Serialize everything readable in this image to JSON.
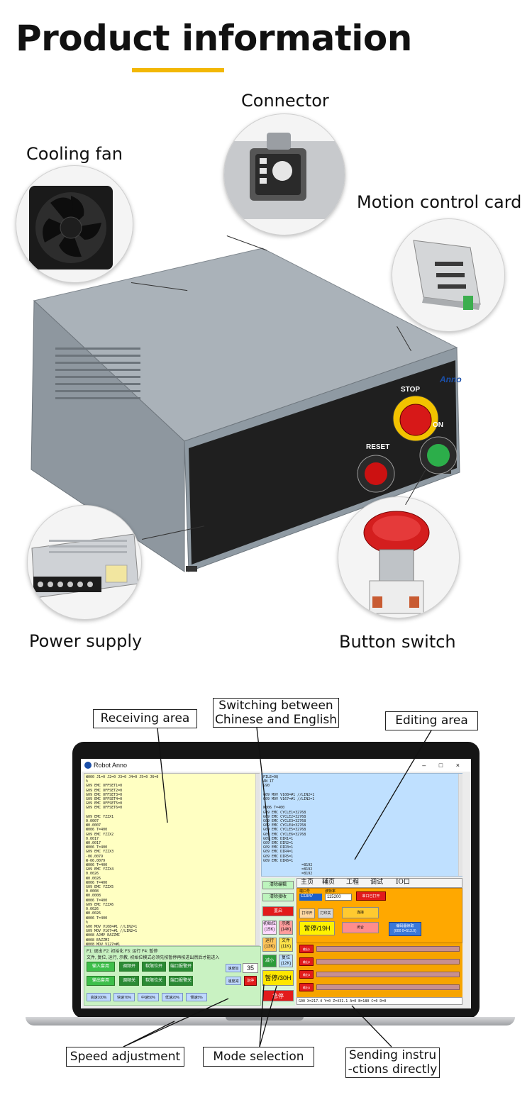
{
  "page": {
    "title": "Product information",
    "accent_color": "#f2b705"
  },
  "components": {
    "connector": "Connector",
    "cooling_fan": "Cooling fan",
    "motion_control_card": "Motion control card",
    "power_supply": "Power supply",
    "button_switch": "Button switch"
  },
  "cabinet": {
    "stop_label": "STOP",
    "reset_label": "RESET",
    "on_label": "ON",
    "brand": "Anno"
  },
  "software": {
    "window_title": "Robot Anno",
    "window_controls": "– □ ×",
    "receive_log": "W000 J1=0 J2=0 J3=0 J4=0 J5=0 J6=0\n%\nG09 EMC OFFSET1=0\nG09 EMC OFFSET2=0\nG09 EMC OFFSET3=0\nG09 EMC OFFSET4=0\nG09 EMC OFFSET5=0\nG09 EMC OFFSET6=0\n\nG09 EMC YZZX1\n0.0007\nW0.0007\nW006 T=400\nG09 EMC YZZX2\n0.0017\nW0.0017\nW006 T=400\nG09 EMC YZZX3\n-06.0079\nW-06.0079\nW006 T=400\nG09 EMC YZZX4\n0.0026\nW0.0026\nW006 T=400\nG09 EMC YZZX5\n0.0008\nW0.0008\nW006 T=400\nG09 EMC YZZX6\n0.0026\nW0.0026\nW006 T=400\n%\nG00 MOV V108=#1 //LIN2=1\nG09 MOV V167=#1 //LIN2=1\nW008 AJMP EAZZMI\nW008 EAZZMI\nW008 MOV V127=#1\nG09 CLOSE",
    "edit_log": "FILE=OQ\nAN IT\nG90\n\nG09 MOV V108=#1 //LIN2=1\nG09 MOV V167=#1 //LIN2=1\n\nW006 T=400\nG09 EMC CYCLE1=32768\nG09 EMC CYCLE2=32768\nG09 EMC CYCLE3=32768\nG09 EMC CYCLE4=32768\nG09 EMC CYCLE5=32768\nG09 EMC CYCLE6=32768\nG09 EMC DIR1=1\nG09 EMC DIR2=1\nG09 EMC DIR3=1\nG09 EMC DIR4=1\nG09 EMC DIR5=1\nG09 EMC DIR6=1\n                  =8192\n                  =8192\n                  =8192\n                  =8192",
    "mid_buttons": [
      "清除编辑",
      "清除接收",
      "重启",
      "初始位\n(15K)",
      "示教\n(14K)",
      "运行\n(13K)",
      "文件\n(11K)",
      "减小",
      "复位\n(12K)"
    ],
    "mode_button": "暂停/30H",
    "stop_button": "急停",
    "help_line1": "F1: 退出 F2: 初始化    F3: 运行 F4: 暂停",
    "help_line2": "文件, 复位, 运行, 示教, 初始位模式必须先按暂停再按进出然后才能进入",
    "grid_buttons": [
      "输入套用",
      "调频开",
      "软限位开",
      "端口报警开",
      "输出套用",
      "调频关",
      "软限位关",
      "端口报警关"
    ],
    "speed_up": "速度加",
    "speed_down": "速度减",
    "speed_value": "35",
    "stop_small": "急停",
    "speed_presets": [
      "高速100%",
      "快速70%",
      "中速50%",
      "低速20%",
      "慢速5%"
    ],
    "tabs": [
      "主页",
      "辅页",
      "工程",
      "调试",
      "IO口"
    ],
    "port_label": "端口号",
    "baud_label": "波特率",
    "port_value": "COM7",
    "baud_value": "115200",
    "port_status": "串口已打开",
    "print_on": "打印开",
    "print_off": "打印关",
    "connect": "连接",
    "pause_button": "暂停/19H",
    "close": "闭合",
    "encoder_read": "编码器读取",
    "encoder_value": "(000 0=513.0)",
    "io_labels": [
      "输出1",
      "输出2",
      "输出3",
      "输出4"
    ],
    "command_line": "G00 X=217.4 Y=0 Z=431.1 A=0 B=180 C=0 D=0"
  },
  "callouts": {
    "receiving_area": "Receiving area",
    "switching_line1": "Switching between",
    "switching_line2": "Chinese and English",
    "editing_area": "Editing area",
    "speed_adjustment": "Speed adjustment",
    "mode_selection": "Mode selection",
    "sending_line1": "Sending instru",
    "sending_line2": "-ctions directly"
  }
}
